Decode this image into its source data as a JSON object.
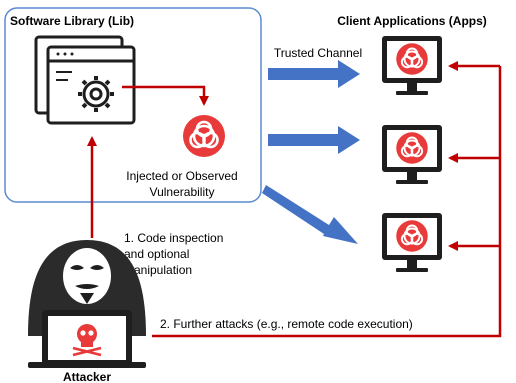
{
  "library": {
    "title": "Software Library (Lib)",
    "vuln_line1": "Injected or Observed",
    "vuln_line2": "Vulnerability"
  },
  "clients": {
    "title": "Client Applications (Apps)",
    "channel_label": "Trusted Channel"
  },
  "attacker": {
    "label": "Attacker",
    "step1_line1": "1. Code inspection",
    "step1_line2": "and optional",
    "step1_line3": "manipulation",
    "step2": "2. Further attacks (e.g., remote code execution)"
  },
  "colors": {
    "attack_red": "#c00000",
    "hazard_red": "#e83a3a",
    "arrow_blue": "#4472c4",
    "box_border": "#5b8bd0",
    "dark": "#1e1e1e"
  },
  "icons": [
    "code-window-gear-icon",
    "biohazard-icon",
    "monitor-icon",
    "hacker-icon",
    "skull-icon"
  ]
}
